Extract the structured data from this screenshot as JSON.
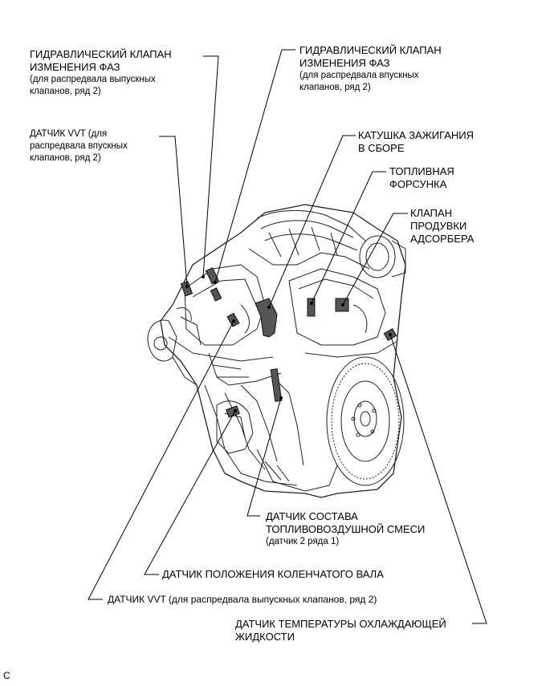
{
  "callouts": {
    "vvt_valve_exhaust": {
      "lines": [
        "ГИДРАВЛИЧЕСКИЙ КЛАПАН",
        "ИЗМЕНЕНИЯ ФАЗ"
      ],
      "sub": [
        "(для распредвала выпускных",
        "клапанов, ряд 2)"
      ]
    },
    "vvt_valve_intake": {
      "lines": [
        "ГИДРАВЛИЧЕСКИЙ КЛАПАН",
        "ИЗМЕНЕНИЯ ФАЗ"
      ],
      "sub": [
        "(для распредвала впускных",
        "клапанов, ряд 2)"
      ]
    },
    "vvt_sensor_intake": {
      "lines": [
        "ДАТЧИК VVT (для",
        "распредвала впускных",
        "клапанов, ряд 2)"
      ]
    },
    "ignition_coil": {
      "lines": [
        "КАТУШКА ЗАЖИГАНИЯ",
        "В СБОРЕ"
      ]
    },
    "fuel_injector": {
      "lines": [
        "ТОПЛИВНАЯ",
        "ФОРСУНКА"
      ]
    },
    "purge_valve": {
      "lines": [
        "КЛАПАН",
        "ПРОДУВКИ",
        "АДСОРБЕРА"
      ]
    },
    "af_sensor": {
      "lines": [
        "ДАТЧИК СОСТАВА",
        "ТОПЛИВОВОЗДУШНОЙ СМЕСИ"
      ],
      "sub": [
        "(датчик 2 ряда 1)"
      ]
    },
    "crank_sensor": {
      "lines": [
        "ДАТЧИК ПОЛОЖЕНИЯ КОЛЕНЧАТОГО ВАЛА"
      ]
    },
    "vvt_sensor_exhaust": {
      "lines": [
        "ДАТЧИК VVT (для распредвала выпускных клапанов, ряд 2)"
      ]
    },
    "coolant_temp": {
      "lines": [
        "ДАТЧИК ТЕМПЕРАТУРЫ ОХЛАЖДАЮЩЕЙ",
        "ЖИДКОСТИ"
      ]
    }
  },
  "corner_mark": "C"
}
